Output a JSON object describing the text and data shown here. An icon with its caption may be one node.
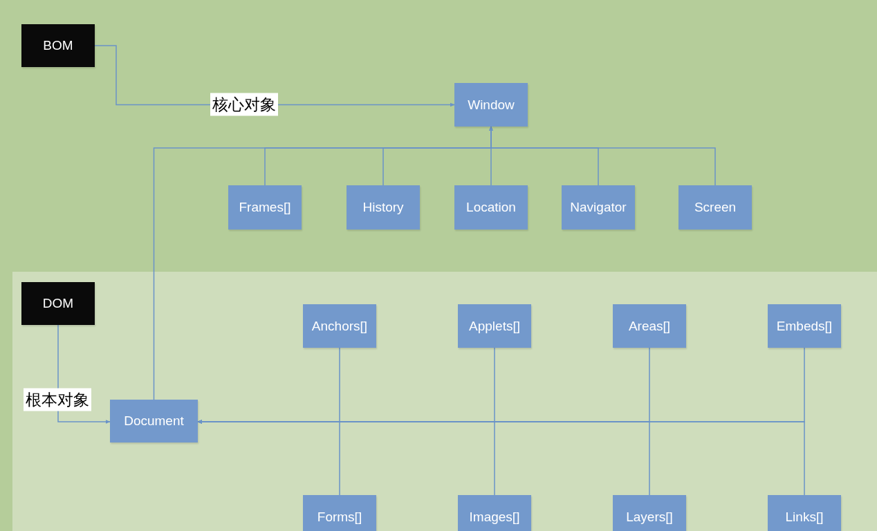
{
  "diagram": {
    "nodes": [
      {
        "text": [
          "BOM"
        ]
      },
      {
        "text": [
          "Window"
        ]
      },
      {
        "text": [
          "Frames[]"
        ]
      },
      {
        "text": [
          "History"
        ]
      },
      {
        "text": [
          "Location"
        ]
      },
      {
        "text": [
          "Navigator"
        ]
      },
      {
        "text": [
          "Screen"
        ]
      },
      {
        "text": [
          "DOM"
        ]
      },
      {
        "text": [
          "Anchors[]"
        ]
      },
      {
        "text": [
          "Applets[]"
        ]
      },
      {
        "text": [
          "Areas[]"
        ]
      },
      {
        "text": [
          "Embeds[]"
        ]
      },
      {
        "text": [
          "Document"
        ]
      },
      {
        "text": [
          "Forms[]"
        ]
      },
      {
        "text": [
          "Images[]"
        ]
      },
      {
        "text": [
          "Layers[]"
        ]
      },
      {
        "text": [
          "Links[]"
        ]
      }
    ],
    "edges": [
      {
        "from": 0,
        "to": 1,
        "arrow": "to",
        "label": "核心对象"
      },
      {
        "from": 2,
        "to": 1,
        "arrow": "to"
      },
      {
        "from": 3,
        "to": 1,
        "arrow": "to"
      },
      {
        "from": 4,
        "to": 1,
        "arrow": "to"
      },
      {
        "from": 5,
        "to": 1,
        "arrow": "to"
      },
      {
        "from": 6,
        "to": 1,
        "arrow": "to"
      },
      {
        "from": 12,
        "to": 1,
        "arrow": "to"
      },
      {
        "from": 7,
        "to": 12,
        "arrow": "to",
        "label": "根本对象"
      },
      {
        "from": 8,
        "to": 12,
        "arrow": "to"
      },
      {
        "from": 9,
        "to": 12,
        "arrow": "to"
      },
      {
        "from": 10,
        "to": 12,
        "arrow": "to"
      },
      {
        "from": 11,
        "to": 12,
        "arrow": "to"
      },
      {
        "from": 13,
        "to": 12,
        "arrow": "to"
      },
      {
        "from": 14,
        "to": 12,
        "arrow": "to"
      },
      {
        "from": 15,
        "to": 12,
        "arrow": "to"
      },
      {
        "from": 16,
        "to": 12,
        "arrow": "to"
      }
    ]
  }
}
